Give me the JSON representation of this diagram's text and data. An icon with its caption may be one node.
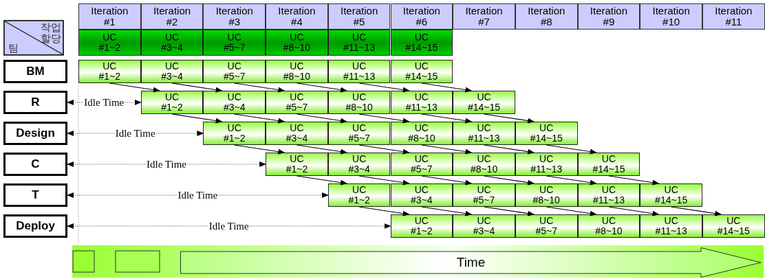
{
  "diagram": {
    "nodes": [
      {
        "text": [
          "작업 할당",
          "팀"
        ]
      },
      {
        "text": [
          "Iteration #1"
        ]
      },
      {
        "text": [
          "Iteration #2"
        ]
      },
      {
        "text": [
          "Iteration #3"
        ]
      },
      {
        "text": [
          "Iteration #4"
        ]
      },
      {
        "text": [
          "Iteration #5"
        ]
      },
      {
        "text": [
          "Iteration #6"
        ]
      },
      {
        "text": [
          "Iteration #7"
        ]
      },
      {
        "text": [
          "Iteration #8"
        ]
      },
      {
        "text": [
          "Iteration #9"
        ]
      },
      {
        "text": [
          "Iteration #10"
        ]
      },
      {
        "text": [
          "Iteration #11"
        ]
      },
      {
        "text": [
          "UC #1~2"
        ]
      },
      {
        "text": [
          "UC #3~4"
        ]
      },
      {
        "text": [
          "UC #5~7"
        ]
      },
      {
        "text": [
          "UC #8~10"
        ]
      },
      {
        "text": [
          "UC #11~13"
        ]
      },
      {
        "text": [
          "UC #14~15"
        ]
      },
      {
        "text": [
          "BM"
        ]
      },
      {
        "text": [
          "UC #1~2"
        ]
      },
      {
        "text": [
          "UC #3~4"
        ]
      },
      {
        "text": [
          "UC #5~7"
        ]
      },
      {
        "text": [
          "UC #8~10"
        ]
      },
      {
        "text": [
          "UC #11~13"
        ]
      },
      {
        "text": [
          "UC #14~15"
        ]
      },
      {
        "text": [
          "R"
        ]
      },
      {
        "text": [
          "UC #1~2"
        ]
      },
      {
        "text": [
          "UC #3~4"
        ]
      },
      {
        "text": [
          "UC #5~7"
        ]
      },
      {
        "text": [
          "UC #8~10"
        ]
      },
      {
        "text": [
          "UC #11~13"
        ]
      },
      {
        "text": [
          "UC #14~15"
        ]
      },
      {
        "text": [
          "Design"
        ]
      },
      {
        "text": [
          "UC #1~2"
        ]
      },
      {
        "text": [
          "UC #3~4"
        ]
      },
      {
        "text": [
          "UC #5~7"
        ]
      },
      {
        "text": [
          "UC #8~10"
        ]
      },
      {
        "text": [
          "UC #11~13"
        ]
      },
      {
        "text": [
          "UC #14~15"
        ]
      },
      {
        "text": [
          "C"
        ]
      },
      {
        "text": [
          "UC #1~2"
        ]
      },
      {
        "text": [
          "UC #3~4"
        ]
      },
      {
        "text": [
          "UC #5~7"
        ]
      },
      {
        "text": [
          "UC #8~10"
        ]
      },
      {
        "text": [
          "UC #11~13"
        ]
      },
      {
        "text": [
          "UC #14~15"
        ]
      },
      {
        "text": [
          "T"
        ]
      },
      {
        "text": [
          "UC #1~2"
        ]
      },
      {
        "text": [
          "UC #3~4"
        ]
      },
      {
        "text": [
          "UC #5~7"
        ]
      },
      {
        "text": [
          "UC #8~10"
        ]
      },
      {
        "text": [
          "UC #11~13"
        ]
      },
      {
        "text": [
          "UC #14~15"
        ]
      },
      {
        "text": [
          "Deploy"
        ]
      },
      {
        "text": [
          "UC #1~2"
        ]
      },
      {
        "text": [
          "UC #3~4"
        ]
      },
      {
        "text": [
          "UC #5~7"
        ]
      },
      {
        "text": [
          "UC #8~10"
        ]
      },
      {
        "text": [
          "UC #11~13"
        ]
      },
      {
        "text": [
          "UC #14~15"
        ]
      },
      {
        "text": [
          "Time"
        ]
      }
    ],
    "edges": [
      {
        "from": 25,
        "to": 26,
        "arrow": "both",
        "style": "dashed",
        "label": "Idle Time"
      },
      {
        "from": 32,
        "to": 33,
        "arrow": "both",
        "style": "dashed",
        "label": "Idle Time"
      },
      {
        "from": 39,
        "to": 40,
        "arrow": "both",
        "style": "dashed",
        "label": "Idle Time"
      },
      {
        "from": 46,
        "to": 47,
        "arrow": "both",
        "style": "dashed",
        "label": "Idle Time"
      },
      {
        "from": 53,
        "to": 54,
        "arrow": "both",
        "style": "dashed",
        "label": "Idle Time"
      },
      {
        "from": 19,
        "to": 26,
        "arrow": "to"
      },
      {
        "from": 20,
        "to": 27,
        "arrow": "to"
      },
      {
        "from": 21,
        "to": 28,
        "arrow": "to"
      },
      {
        "from": 22,
        "to": 29,
        "arrow": "to"
      },
      {
        "from": 23,
        "to": 30,
        "arrow": "to"
      },
      {
        "from": 24,
        "to": 31,
        "arrow": "to"
      },
      {
        "from": 26,
        "to": 33,
        "arrow": "to"
      },
      {
        "from": 27,
        "to": 34,
        "arrow": "to"
      },
      {
        "from": 28,
        "to": 35,
        "arrow": "to"
      },
      {
        "from": 29,
        "to": 36,
        "arrow": "to"
      },
      {
        "from": 30,
        "to": 37,
        "arrow": "to"
      },
      {
        "from": 31,
        "to": 38,
        "arrow": "to"
      },
      {
        "from": 33,
        "to": 40,
        "arrow": "to"
      },
      {
        "from": 34,
        "to": 41,
        "arrow": "to"
      },
      {
        "from": 35,
        "to": 42,
        "arrow": "to"
      },
      {
        "from": 36,
        "to": 43,
        "arrow": "to"
      },
      {
        "from": 37,
        "to": 44,
        "arrow": "to"
      },
      {
        "from": 38,
        "to": 45,
        "arrow": "to"
      },
      {
        "from": 40,
        "to": 47,
        "arrow": "to"
      },
      {
        "from": 41,
        "to": 48,
        "arrow": "to"
      },
      {
        "from": 42,
        "to": 49,
        "arrow": "to"
      },
      {
        "from": 43,
        "to": 50,
        "arrow": "to"
      },
      {
        "from": 44,
        "to": 51,
        "arrow": "to"
      },
      {
        "from": 45,
        "to": 52,
        "arrow": "to"
      },
      {
        "from": 47,
        "to": 54,
        "arrow": "to"
      },
      {
        "from": 48,
        "to": 55,
        "arrow": "to"
      },
      {
        "from": 49,
        "to": 56,
        "arrow": "to"
      },
      {
        "from": 50,
        "to": 57,
        "arrow": "to"
      },
      {
        "from": 51,
        "to": 58,
        "arrow": "to"
      },
      {
        "from": 52,
        "to": 59,
        "arrow": "to"
      }
    ]
  }
}
